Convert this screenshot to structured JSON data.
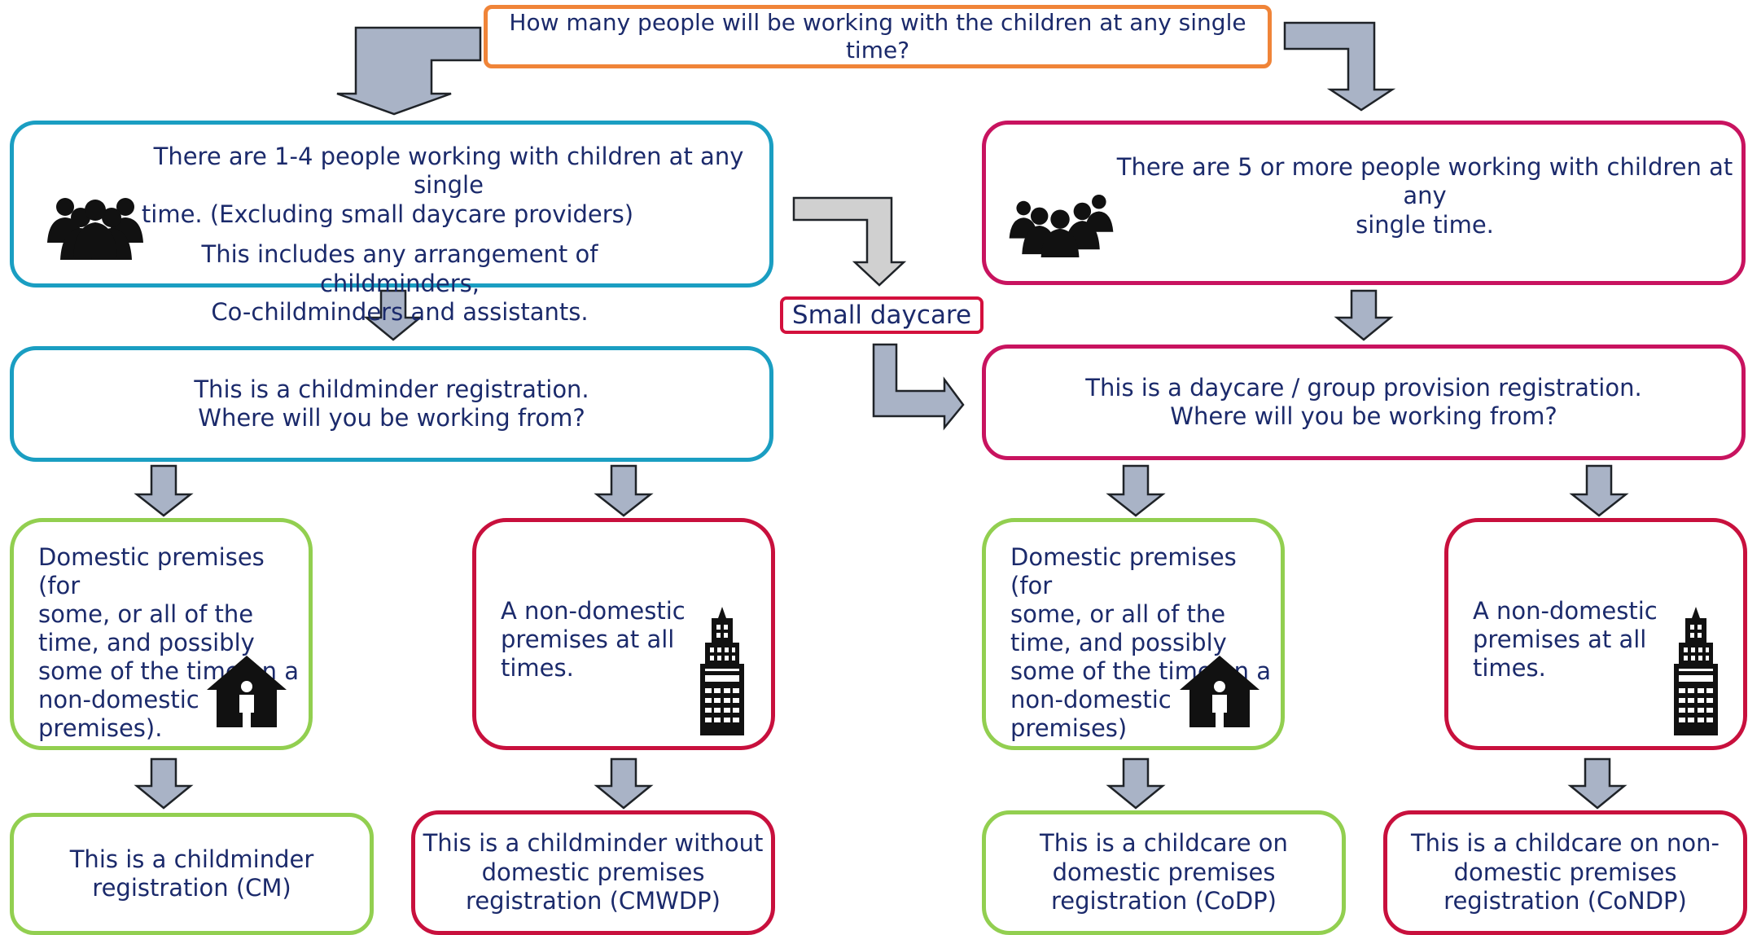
{
  "question": {
    "text": "How many people will be working with the children at any single time?"
  },
  "left_group": {
    "line1": "There are 1-4 people working with children at any single",
    "line2": "time. (Excluding small daycare providers)",
    "line3": "This includes any arrangement of childminders,",
    "line4": "Co-childminders and assistants."
  },
  "right_group": {
    "line1": "There are 5 or more people working with children at any",
    "line2": "single time."
  },
  "small_daycare": {
    "label": "Small daycare"
  },
  "childminder_reg": {
    "line1": "This is a childminder registration.",
    "line2": "Where will you be working from?"
  },
  "daycare_reg": {
    "line1": "This is a daycare / group provision registration.",
    "line2": "Where will you be working from?"
  },
  "domestic_left": {
    "lines": [
      "Domestic premises (for",
      "some, or all of the",
      "time, and possibly",
      "some of the time on a",
      "non-domestic",
      "premises)."
    ]
  },
  "nondomestic_left": {
    "lines": [
      "A non-domestic",
      "premises at all",
      "times."
    ]
  },
  "domestic_right": {
    "lines": [
      "Domestic premises (for",
      "some, or all of the",
      "time, and possibly",
      "some of the time on a",
      "non-domestic",
      "premises)"
    ]
  },
  "nondomestic_right": {
    "lines": [
      "A non-domestic",
      "premises at all",
      "times."
    ]
  },
  "outcome_cm": {
    "line1": "This is a childminder",
    "line2": "registration (CM)"
  },
  "outcome_cmwdp": {
    "line1": "This is a childminder without",
    "line2": "domestic premises",
    "line3": "registration (CMWDP)"
  },
  "outcome_codp": {
    "line1": "This is a childcare on",
    "line2": "domestic premises",
    "line3": "registration (CoDP)"
  },
  "outcome_condp": {
    "line1": "This is a childcare on non-",
    "line2": "domestic premises",
    "line3": "registration (CoNDP)"
  },
  "icons": [
    "people-group-icon",
    "house-person-icon",
    "office-building-icon"
  ],
  "colors": {
    "question_border": "#f08438",
    "childminder_border": "#1a9ec2",
    "daycare_border": "#c8135f",
    "domestic_border": "#92cf50",
    "nondomestic_border": "#c8103d",
    "arrow_fill": "#a9b3c6",
    "text": "#1b2a6b"
  }
}
